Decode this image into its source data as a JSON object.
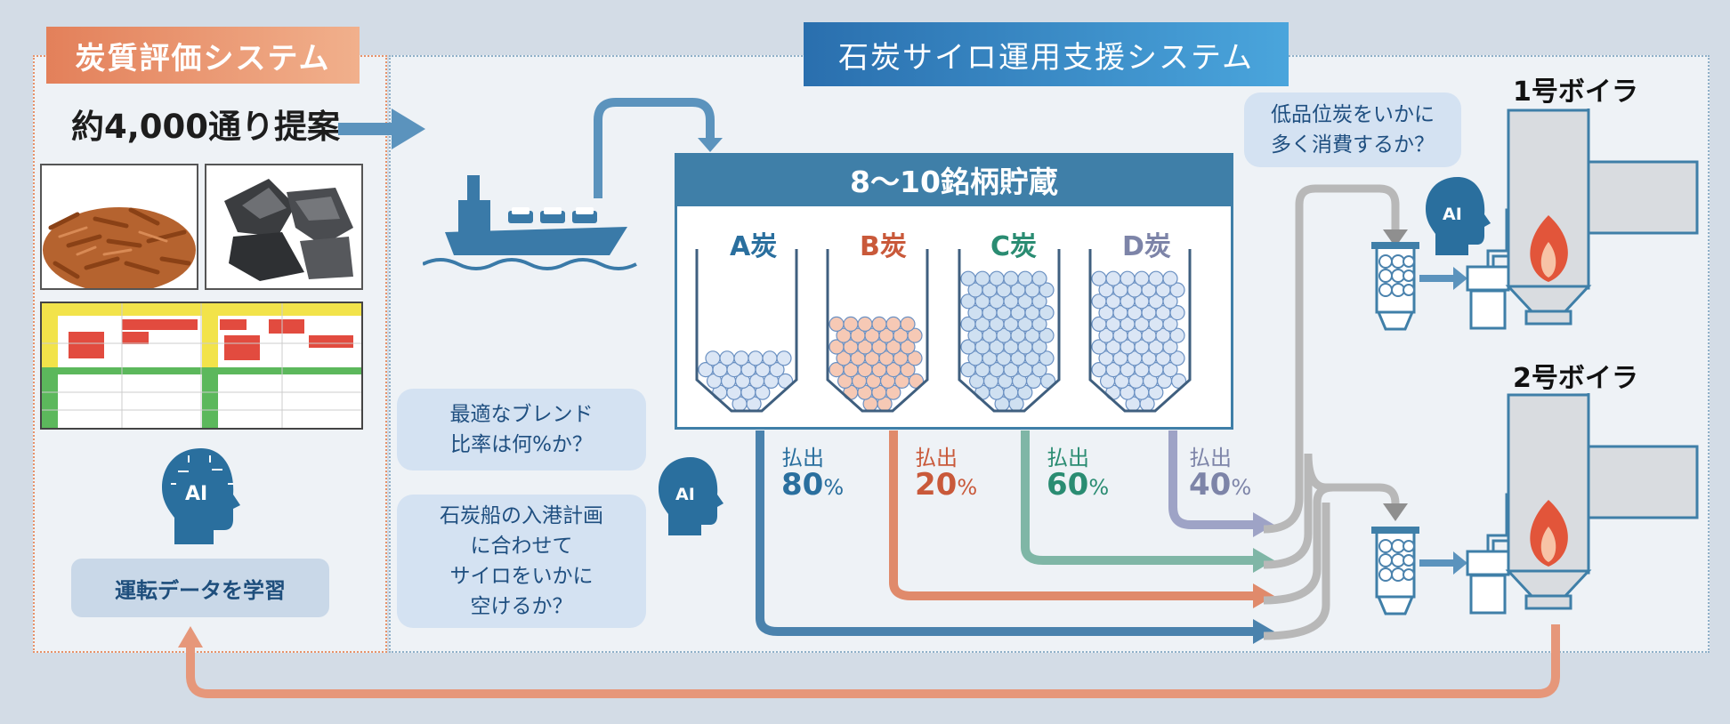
{
  "left_system": {
    "title": "炭質評価システム",
    "proposal_text": "約4,000通り提案",
    "learn_label": "運転データを学習",
    "ai_label": "AI"
  },
  "right_system": {
    "title": "石炭サイロ運用支援システム",
    "storage_title": "8～10銘柄貯蔵",
    "ai_label": "AI"
  },
  "bubbles": {
    "blend": [
      "最適なブレンド",
      "比率は何%か？"
    ],
    "ship": [
      "石炭船の入港計画",
      "に合わせて",
      "サイロをいかに",
      "空けるか？"
    ],
    "low_grade": [
      "低品位炭をいかに",
      "多く消費するか？"
    ]
  },
  "silos": [
    {
      "label": "A炭",
      "out_label": "払出",
      "out_value": "80",
      "unit": "%",
      "color": "#2a6f9e",
      "fill_color": "#dbe6f5",
      "fill_level": 0.25
    },
    {
      "label": "B炭",
      "out_label": "払出",
      "out_value": "20",
      "unit": "%",
      "color": "#c9593a",
      "fill_color": "#f6c9b5",
      "fill_level": 0.45
    },
    {
      "label": "C炭",
      "out_label": "払出",
      "out_value": "60",
      "unit": "%",
      "color": "#2a8c72",
      "fill_color": "#cfe0f1",
      "fill_level": 0.85
    },
    {
      "label": "D炭",
      "out_label": "払出",
      "out_value": "40",
      "unit": "%",
      "color": "#7d84a8",
      "fill_color": "#dbe6f5",
      "fill_level": 0.85
    }
  ],
  "boilers": [
    {
      "title": "1号ボイラ"
    },
    {
      "title": "2号ボイラ"
    }
  ],
  "colors": {
    "accent_orange": "#e3805a",
    "accent_blue": "#2a6fae",
    "flow_gray": "#b8b8b8",
    "feedback_line": "#e6977a"
  }
}
